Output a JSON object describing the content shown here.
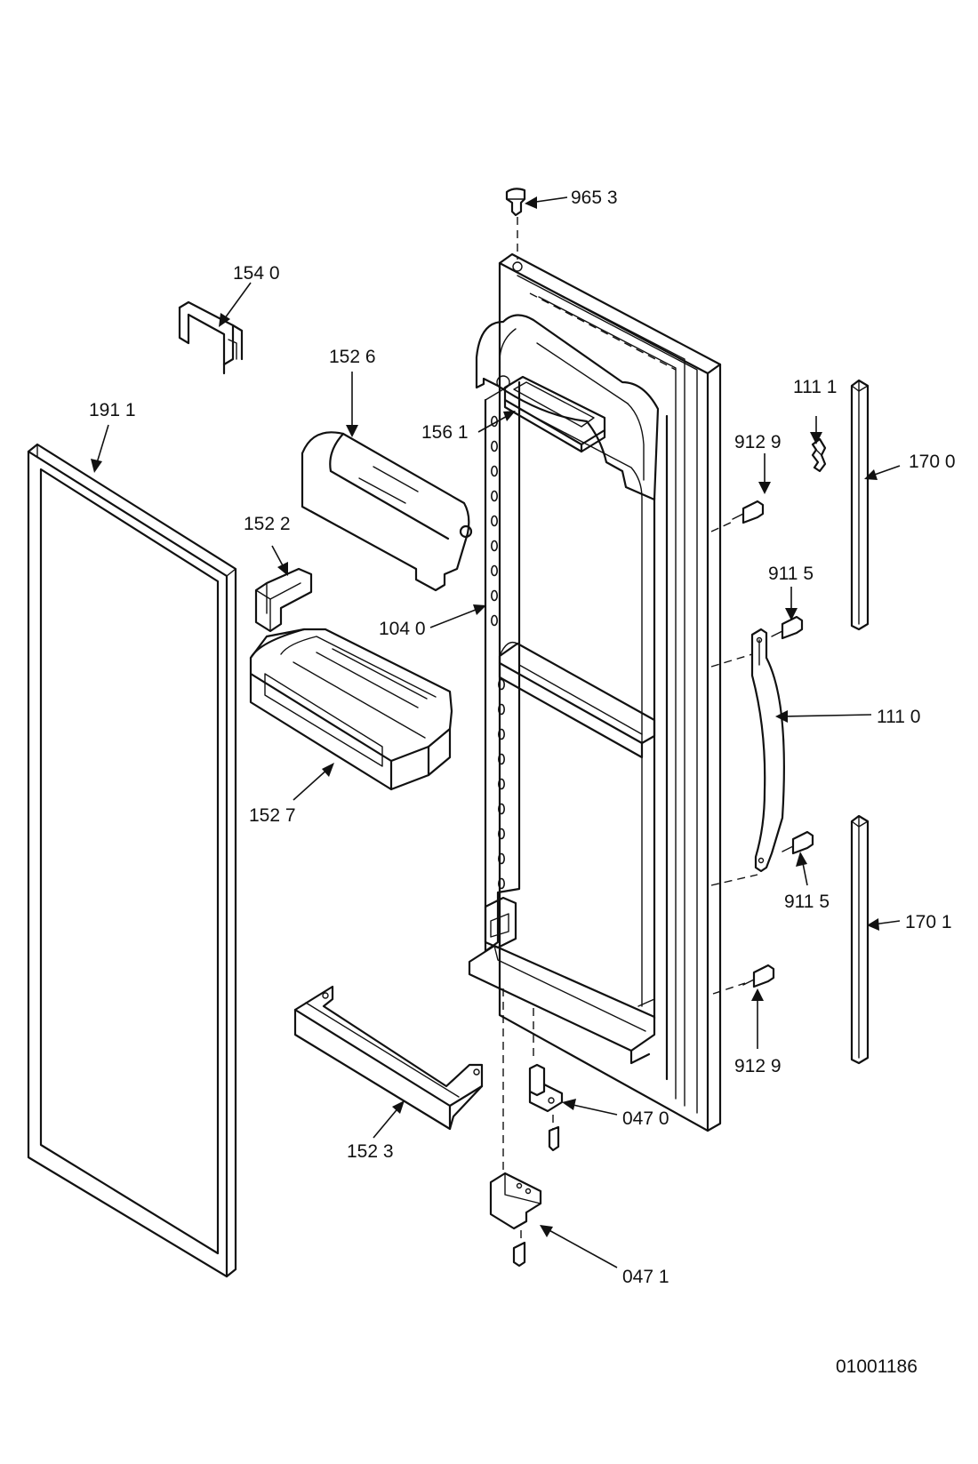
{
  "diagram": {
    "drawing_number": "01001186",
    "callouts": [
      {
        "id": "c-9653",
        "text": "965 3"
      },
      {
        "id": "c-1540",
        "text": "154 0"
      },
      {
        "id": "c-1526",
        "text": "152 6"
      },
      {
        "id": "c-1911",
        "text": "191 1"
      },
      {
        "id": "c-1561",
        "text": "156 1"
      },
      {
        "id": "c-1111",
        "text": "111 1"
      },
      {
        "id": "c-9129a",
        "text": "912 9"
      },
      {
        "id": "c-1700",
        "text": "170 0"
      },
      {
        "id": "c-1522",
        "text": "152 2"
      },
      {
        "id": "c-9115a",
        "text": "911 5"
      },
      {
        "id": "c-1040",
        "text": "104 0"
      },
      {
        "id": "c-1110",
        "text": "111 0"
      },
      {
        "id": "c-1527",
        "text": "152 7"
      },
      {
        "id": "c-9115b",
        "text": "911 5"
      },
      {
        "id": "c-1701",
        "text": "170 1"
      },
      {
        "id": "c-9129b",
        "text": "912 9"
      },
      {
        "id": "c-0470",
        "text": "047 0"
      },
      {
        "id": "c-1523",
        "text": "152 3"
      },
      {
        "id": "c-0471",
        "text": "047 1"
      }
    ]
  }
}
